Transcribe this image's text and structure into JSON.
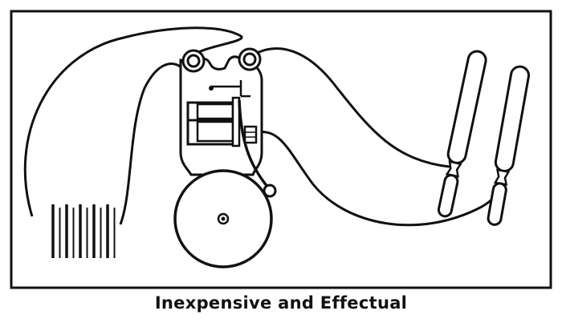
{
  "caption": "Inexpensive and Effectual",
  "colors": {
    "ink": "#111111",
    "paper": "#ffffff"
  },
  "components": {
    "battery_cells": 10,
    "handles": 2,
    "terminals": 2
  }
}
